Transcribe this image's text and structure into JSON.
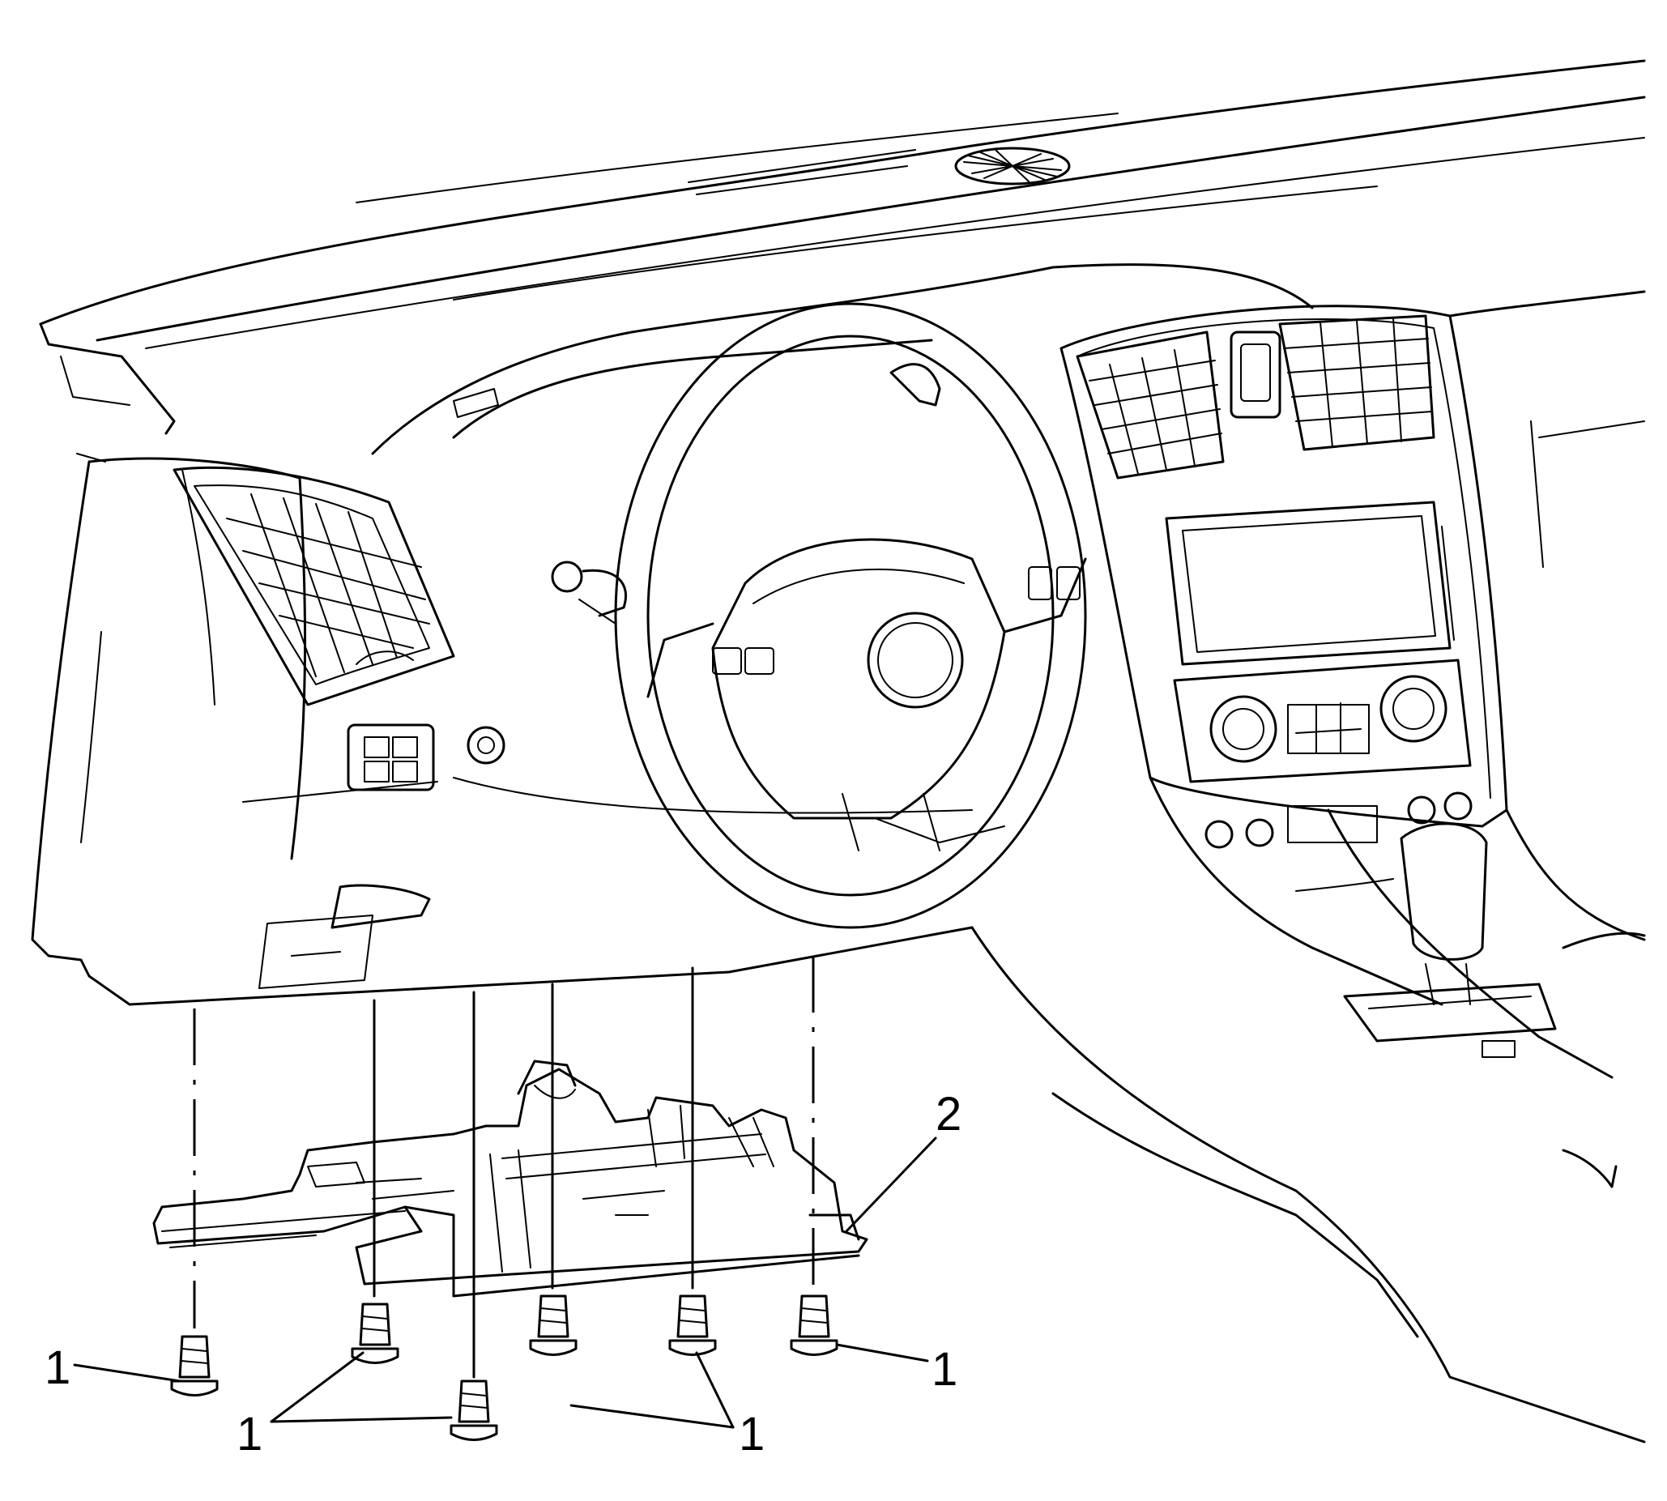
{
  "callouts": {
    "fastener_label_a": "1",
    "fastener_label_b": "1",
    "fastener_label_c": "1",
    "fastener_label_d": "1",
    "bracket_label": "2"
  }
}
